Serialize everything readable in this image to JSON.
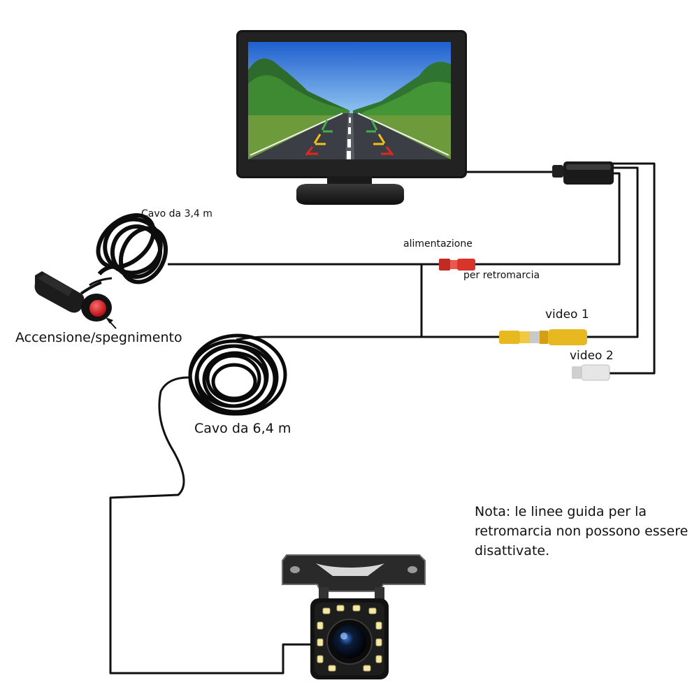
{
  "labels": {
    "cable_short": "Cavo da 3,4 m",
    "power": "alimentazione",
    "reverse": "per retromarcia",
    "video1": "video 1",
    "video2": "video 2",
    "switch": "Accensione/spegnimento",
    "cable_long": "Cavo da 6,4 m"
  },
  "note": {
    "lines": [
      "Nota: le linee guida per la",
      "retromarcia non possono essere",
      "disattivate."
    ]
  },
  "colors": {
    "wire": "#111111",
    "rca_red": "#d8342c",
    "rca_yellow": "#e8b821",
    "rca_white": "#e6e6e6",
    "switch_red": "#d4151b",
    "guide_red": "#e0281f",
    "guide_yellow": "#f2c21a",
    "guide_green": "#3fb04a",
    "led": "#f4e9a8"
  },
  "icons": [
    "monitor-icon",
    "car-charger-icon",
    "cable-coil-icon",
    "camera-icon",
    "rca-connector-icon"
  ]
}
